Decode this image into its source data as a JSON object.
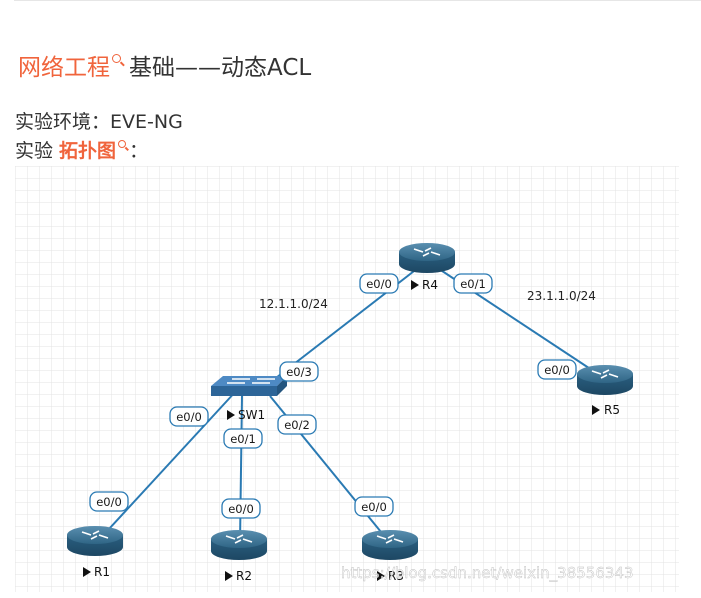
{
  "title": {
    "link": "网络工程",
    "rest": "基础——动态ACL"
  },
  "env_line": "实验环境：EVE-NG",
  "topo_line": {
    "prefix": "实验 ",
    "link": "拓扑图",
    "suffix": "："
  },
  "topology": {
    "devices": {
      "R4": "R4",
      "R5": "R5",
      "SW1": "SW1",
      "R1": "R1",
      "R2": "R2",
      "R3": "R3"
    },
    "networks": {
      "left": "12.1.1.0/24",
      "right": "23.1.1.0/24"
    },
    "interfaces": {
      "r4_left": "e0/0",
      "r4_right": "e0/1",
      "r5": "e0/0",
      "sw1_up": "e0/3",
      "sw1_left": "e0/0",
      "sw1_down": "e0/1",
      "sw1_right": "e0/2",
      "r1": "e0/0",
      "r2": "e0/0",
      "r3": "e0/0"
    },
    "watermark": "https://blog.csdn.net/weixin_38556343",
    "colors": {
      "link": "#2a7ab3",
      "router": "#3b6f8f",
      "switch": "#3c78b4",
      "grid": "#e3e3e3"
    }
  }
}
